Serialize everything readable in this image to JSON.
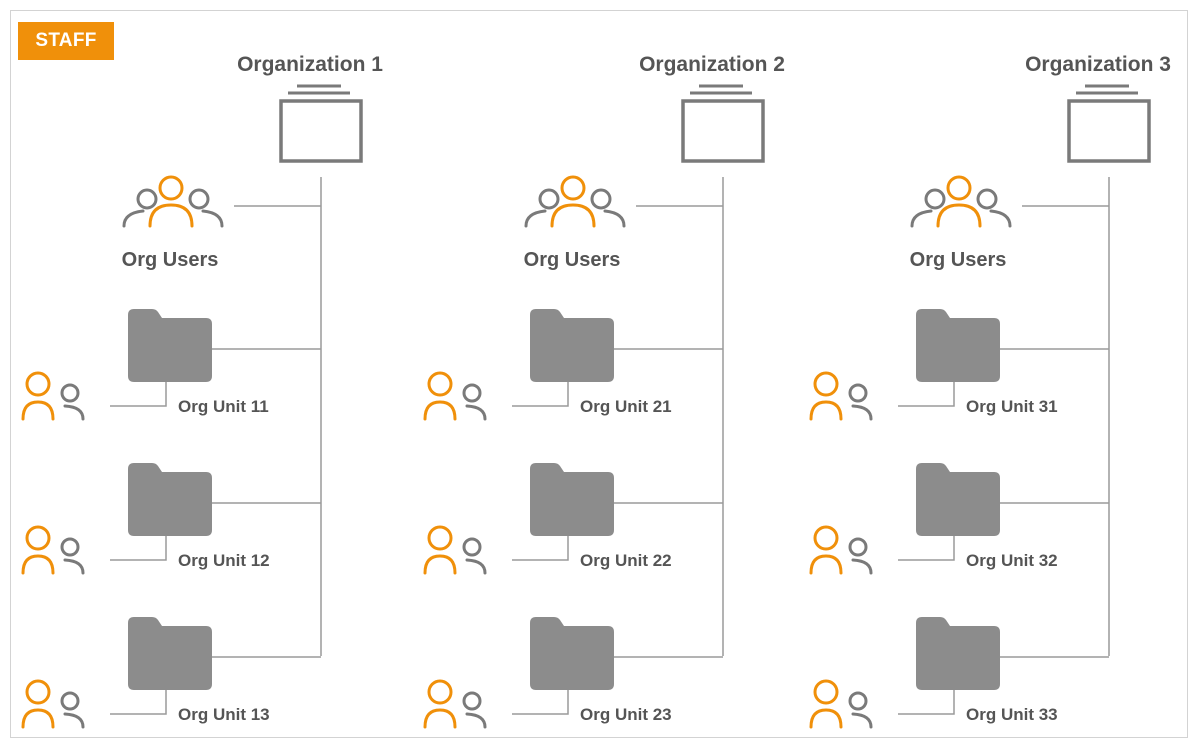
{
  "badge": {
    "label": "STAFF",
    "color": "#f0900a"
  },
  "colors": {
    "accent": "#f0900a",
    "icon_gray": "#7a7a7a",
    "folder_gray": "#8c8c8c",
    "line_gray": "#9a9a9a",
    "text_gray": "#555555"
  },
  "organizations": [
    {
      "title": "Organization 1",
      "users_label": "Org Users",
      "units": [
        "Org Unit 11",
        "Org Unit 12",
        "Org Unit 13"
      ]
    },
    {
      "title": "Organization 2",
      "users_label": "Org Users",
      "units": [
        "Org Unit 21",
        "Org Unit 22",
        "Org Unit 23"
      ]
    },
    {
      "title": "Organization 3",
      "users_label": "Org Users",
      "units": [
        "Org Unit 31",
        "Org Unit 32",
        "Org Unit 33"
      ]
    }
  ]
}
